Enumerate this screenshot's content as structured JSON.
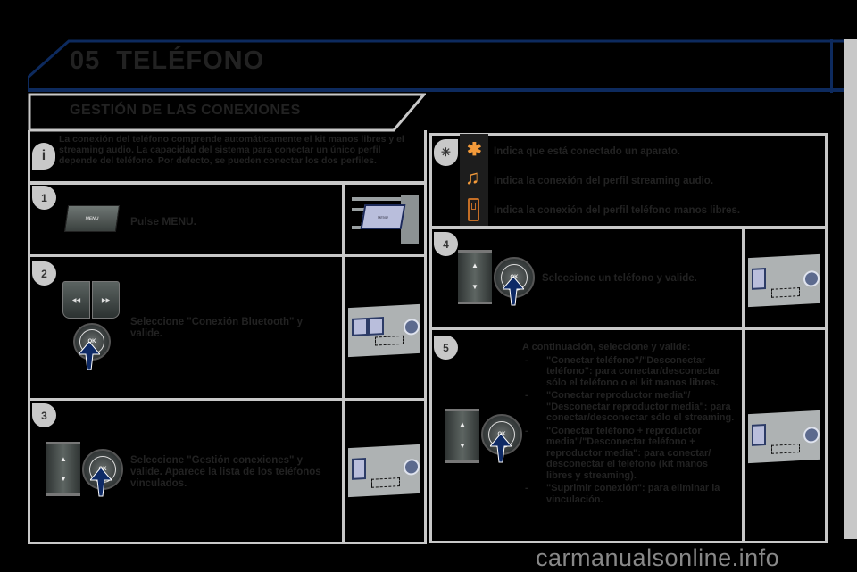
{
  "header": {
    "chapter_number": "05",
    "chapter_title": "TELÉFONO",
    "section_title": "GESTIÓN DE LAS CONEXIONES"
  },
  "info_note": {
    "icon": "info-icon",
    "text": "La conexión del teléfono comprende automáticamente el kit manos libres y el streaming audio. La capacidad del sistema para conectar un único perfil depende del teléfono. Por defecto, se pueden conectar los dos perfiles."
  },
  "status_legend": {
    "icon": "light-icon",
    "items": [
      {
        "icon": "bluetooth-icon",
        "text": "Indica que está conectado un aparato."
      },
      {
        "icon": "music-note-icon",
        "text": "Indica la conexión del perfil streaming audio."
      },
      {
        "icon": "mobile-phone-icon",
        "text": "Indica la conexión del perfil teléfono manos libres."
      }
    ],
    "icon_color": "#f39a3a"
  },
  "steps": [
    {
      "number": "1",
      "text": "Pulse MENU.",
      "button_label": "MENU",
      "panel_label": "MENU"
    },
    {
      "number": "2",
      "text": "Seleccione \"Conexión Bluetooth\" y valide.",
      "knob_label": "OK",
      "prev_label": "◀◀",
      "next_label": "▶▶"
    },
    {
      "number": "3",
      "text": "Seleccione \"Gestión conexiones\" y valide. Aparece la lista de los teléfonos vinculados.",
      "knob_label": "OK",
      "up_label": "▲",
      "down_label": "▼"
    },
    {
      "number": "4",
      "text": "Seleccione un teléfono y valide.",
      "knob_label": "OK",
      "up_label": "▲",
      "down_label": "▼"
    },
    {
      "number": "5",
      "intro": "A continuación, seleccione y valide:",
      "knob_label": "OK",
      "up_label": "▲",
      "down_label": "▼",
      "options": [
        "\"Conectar teléfono\"/\"Desconectar teléfono\": para conectar/desconectar sólo el teléfono o el kit manos libres.",
        "\"Conectar reproductor media\"/ \"Desconectar reproductor media\": para conectar/desconectar sólo el streaming.",
        "\"Conectar teléfono + reproductor media\"/\"Desconectar teléfono + reproductor media\": para conectar/ desconectar el teléfono (kit manos libres y streaming).",
        "\"Suprimir conexión\": para eliminar la vinculación."
      ]
    }
  ],
  "watermark": "carmanualsonline.info",
  "colors": {
    "frame_blue": "#0d2a5e",
    "frame_gray": "#c8c8c8",
    "arrow_blue": "#0e2a66"
  }
}
